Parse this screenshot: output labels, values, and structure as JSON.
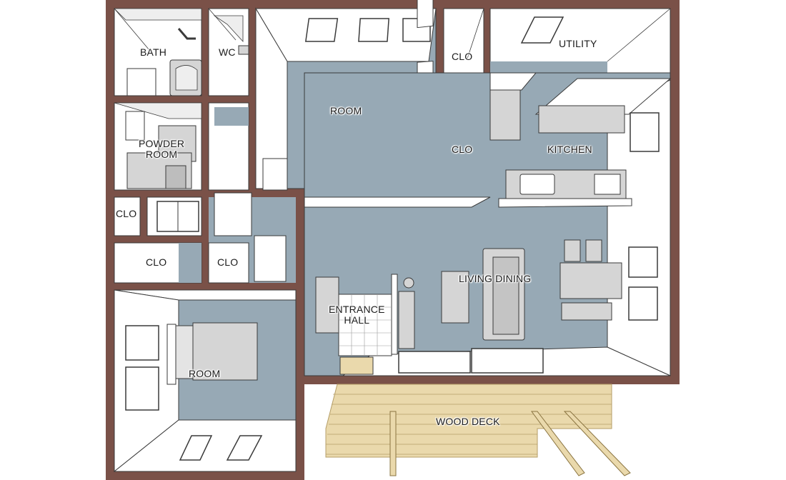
{
  "title": "",
  "colors": {
    "wall": "#7a5148",
    "floor": "#97a9b5",
    "wall_face": "#ffffff",
    "outline": "#3a3a3a",
    "furniture": "#d5d5d5",
    "deck": "#ead9ac",
    "deck_line": "#b59e68"
  },
  "rooms": {
    "bath": "BATH",
    "wc": "WC",
    "room_top": "ROOM",
    "clo_top": "CLO",
    "utility": "UTILITY",
    "powder_room": "POWDER\nROOM",
    "clo_mid": "CLO",
    "kitchen": "KITCHEN",
    "clo_left": "CLO",
    "clo_row_1": "CLO",
    "clo_row_2": "CLO",
    "living_dining": "LIVING DINING",
    "entrance_hall": "ENTRANCE\nHALL",
    "room_bottom": "ROOM",
    "wood_deck": "WOOD DECK"
  }
}
